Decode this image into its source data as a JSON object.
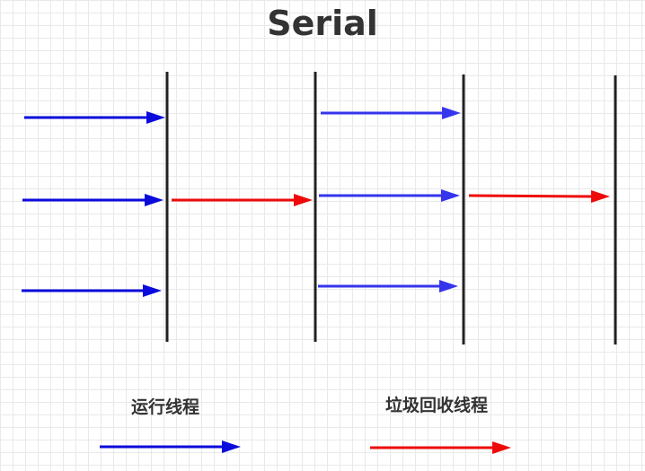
{
  "title": "Serial",
  "legend": {
    "running_thread_label": "运行线程",
    "gc_thread_label": "垃圾回收线程"
  },
  "colors": {
    "running_thread": "#0b0bdc",
    "gc_thread": "#ee0a0a",
    "running_thread_light": "#3535ee",
    "barrier": "#222222",
    "title_text": "#333333"
  }
}
